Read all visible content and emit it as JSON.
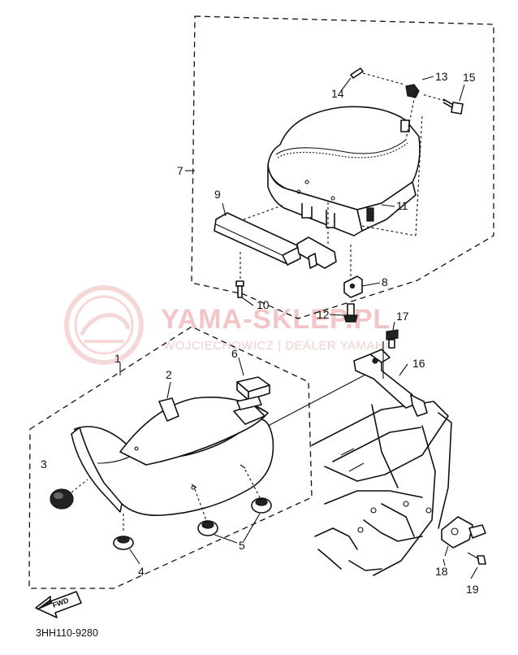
{
  "callouts": {
    "n1": "1",
    "n2": "2",
    "n3": "3",
    "n4": "4",
    "n5": "5",
    "n6": "6",
    "n7": "7",
    "n8": "8",
    "n9": "9",
    "n10": "10",
    "n11": "11",
    "n12": "12",
    "n13": "13",
    "n14": "14",
    "n15": "15",
    "n16": "16",
    "n17": "17",
    "n18": "18",
    "n19": "19"
  },
  "watermark": {
    "title": "YAMA-SKLEP.PL",
    "subtitle": "WOJCIECHOWICZ | DEALER YAMAHA"
  },
  "fwd_label": "FWD",
  "diagram_code": "3HH110-9280",
  "colors": {
    "ink": "#111111",
    "watermark": "#f2c6c6"
  }
}
